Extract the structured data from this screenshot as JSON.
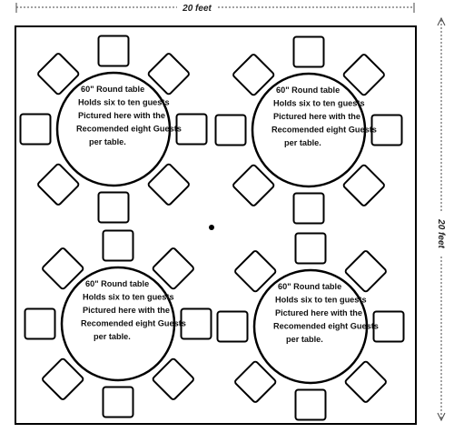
{
  "dimensions": {
    "width_label": "20 feet",
    "height_label": "20 feet"
  },
  "tables": [
    {
      "lines": [
        "60\" Round table",
        "Holds six to ten guests",
        "Pictured here with the",
        "Recomended eight Guests",
        "per table."
      ],
      "chairs": 8
    },
    {
      "lines": [
        "60\" Round table",
        "Holds six to ten guests",
        "Pictured here with the",
        "Recomended eight Guests",
        "per table."
      ],
      "chairs": 8
    },
    {
      "lines": [
        "60\" Round table",
        "Holds six to ten guests",
        "Pictured here with the",
        "Recomended eight Guests",
        "per table."
      ],
      "chairs": 8
    },
    {
      "lines": [
        "60\" Round table",
        "Holds six to ten guests",
        "Pictured here with the",
        "Recomended eight Guests",
        "per table."
      ],
      "chairs": 8
    }
  ],
  "colors": {
    "stroke": "#000000",
    "background": "#ffffff"
  }
}
